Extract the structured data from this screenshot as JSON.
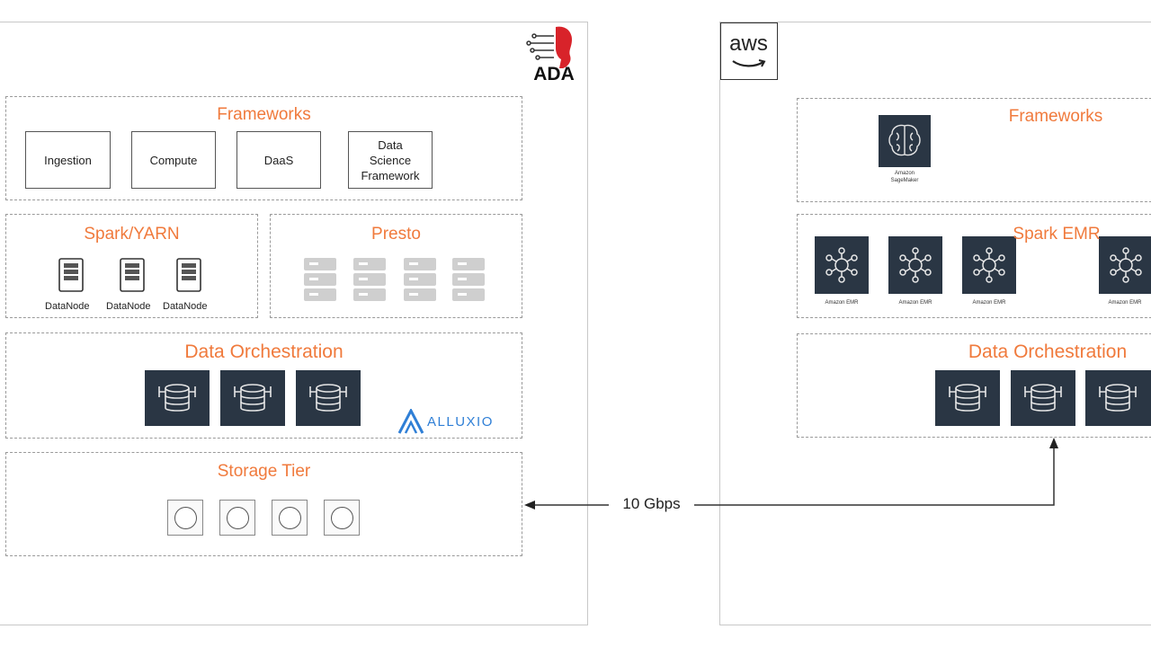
{
  "left": {
    "frameworks": {
      "title": "Frameworks",
      "items": [
        "Ingestion",
        "Compute",
        "DaaS",
        "Data\nScience\nFramework"
      ]
    },
    "spark": {
      "title": "Spark/YARN",
      "nodes": [
        "DataNode",
        "DataNode",
        "DataNode"
      ]
    },
    "presto": {
      "title": "Presto"
    },
    "orchestration": {
      "title": "Data Orchestration",
      "brand": "ALLUXIO"
    },
    "storage": {
      "title": "Storage Tier"
    },
    "logo_text": "ADA"
  },
  "link": {
    "label": "10 Gbps"
  },
  "right": {
    "logo_text": "aws",
    "frameworks": {
      "title": "Frameworks",
      "service_lines": [
        "Amazon",
        "SageMaker"
      ]
    },
    "spark": {
      "title": "Spark EMR",
      "service_label": "Amazon EMR"
    },
    "orchestration": {
      "title": "Data Orchestration"
    }
  },
  "colors": {
    "accent": "#f07a3c",
    "tile": "#2a3644",
    "alluxio": "#2f7fd6"
  }
}
